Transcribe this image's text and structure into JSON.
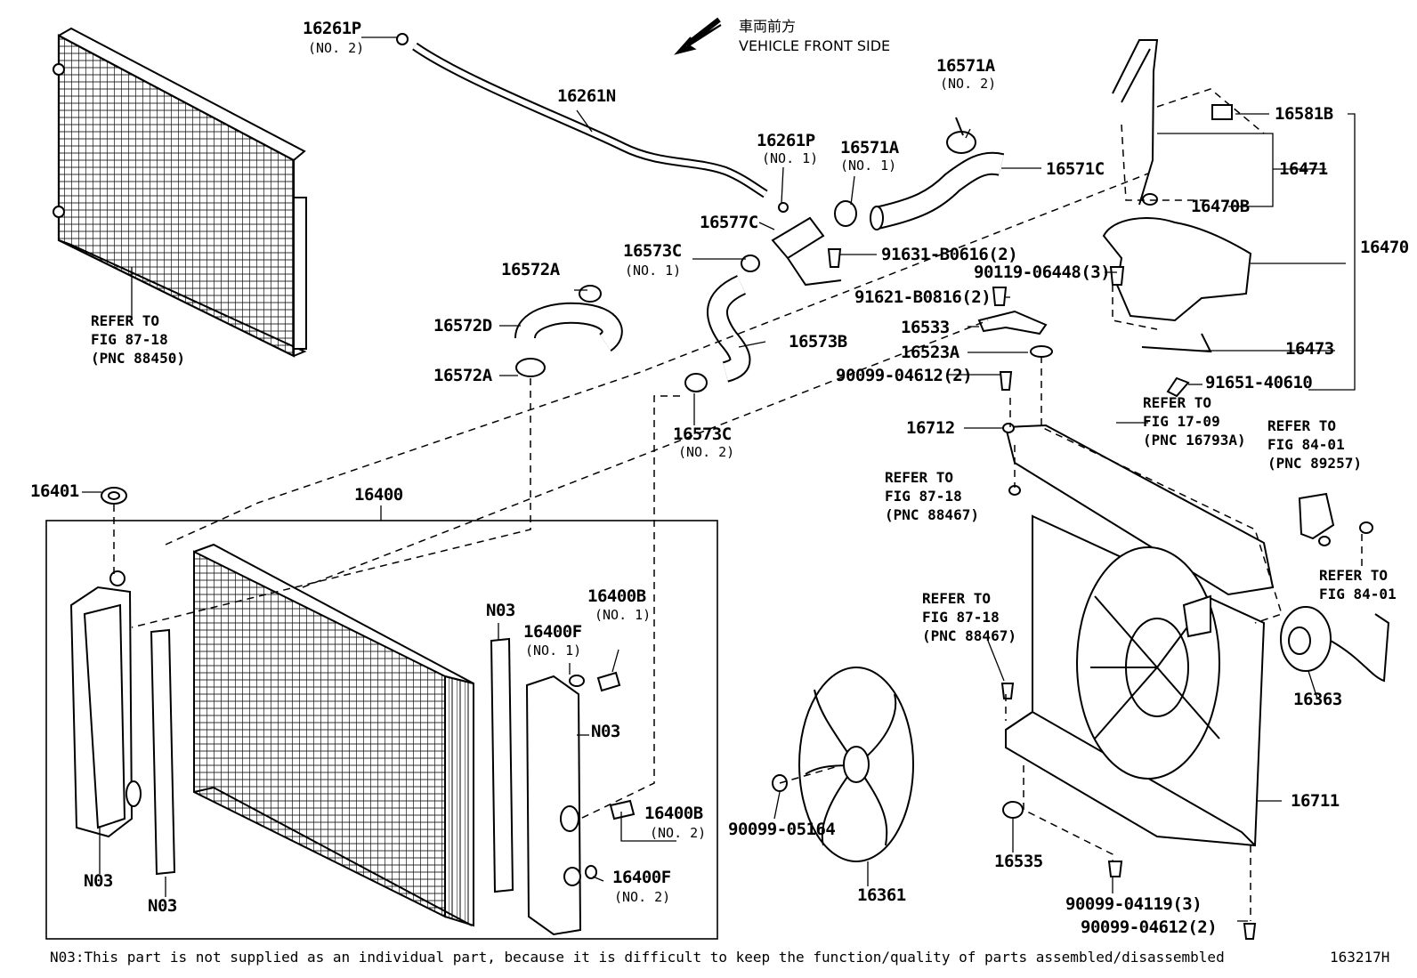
{
  "vehicle_front": {
    "jp": "車両前方",
    "en": "VEHICLE FRONT SIDE"
  },
  "callouts": {
    "p16261P_2": "16261P",
    "p16261P_2_sub": "(NO. 2)",
    "p16261N": "16261N",
    "p16261P_1": "16261P",
    "p16261P_1_sub": "(NO. 1)",
    "p16571A_1": "16571A",
    "p16571A_1_sub": "(NO. 1)",
    "p16571A_2": "16571A",
    "p16571A_2_sub": "(NO. 2)",
    "p16571C": "16571C",
    "p16577C": "16577C",
    "p16573C_1": "16573C",
    "p16573C_1_sub": "(NO. 1)",
    "p16572A_top": "16572A",
    "p16572D": "16572D",
    "p16572A_bot": "16572A",
    "p16573B": "16573B",
    "p16573C_2": "16573C",
    "p16573C_2_sub": "(NO. 2)",
    "p91631": "91631-B0616(2)",
    "p90119": "90119-06448(3)",
    "p91621": "91621-B0816(2)",
    "p16533": "16533",
    "p16523A": "16523A",
    "p90099_04612_top": "90099-04612(2)",
    "p16712": "16712",
    "p16581B": "16581B",
    "p16471": "16471",
    "p16470B": "16470B",
    "p16470": "16470",
    "p16473": "16473",
    "p91651": "91651-40610",
    "p16401": "16401",
    "p16400": "16400",
    "p16400B_1": "16400B",
    "p16400B_1_sub": "(NO. 1)",
    "p16400F_1": "16400F",
    "p16400F_1_sub": "(NO. 1)",
    "p16400B_2": "16400B",
    "p16400B_2_sub": "(NO. 2)",
    "p16400F_2": "16400F",
    "p16400F_2_sub": "(NO. 2)",
    "n03_a": "N03",
    "n03_b": "N03",
    "n03_c": "N03",
    "n03_d": "N03",
    "p16363": "16363",
    "p16711": "16711",
    "p16361": "16361",
    "p90099_05164": "90099-05164",
    "p16535": "16535",
    "p90099_04119": "90099-04119(3)",
    "p90099_04612_bot": "90099-04612(2)"
  },
  "refs": {
    "condenser": "REFER TO\nFIG 87-18\n(PNC 88450)",
    "fig1709": "REFER TO\nFIG 17-09\n(PNC 16793A)",
    "fig8401_top": "REFER TO\nFIG 84-01\n(PNC 89257)",
    "fig8718_mid": "REFER TO\nFIG 87-18\n(PNC 88467)",
    "fig8401_right": "REFER TO\nFIG 84-01",
    "fig8718_low": "REFER TO\nFIG 87-18\n(PNC 88467)"
  },
  "footnote": "N03:This part is not supplied as an individual part, because it is difficult to keep the function/quality of parts assembled/disassembled",
  "figure_id": "163217H"
}
